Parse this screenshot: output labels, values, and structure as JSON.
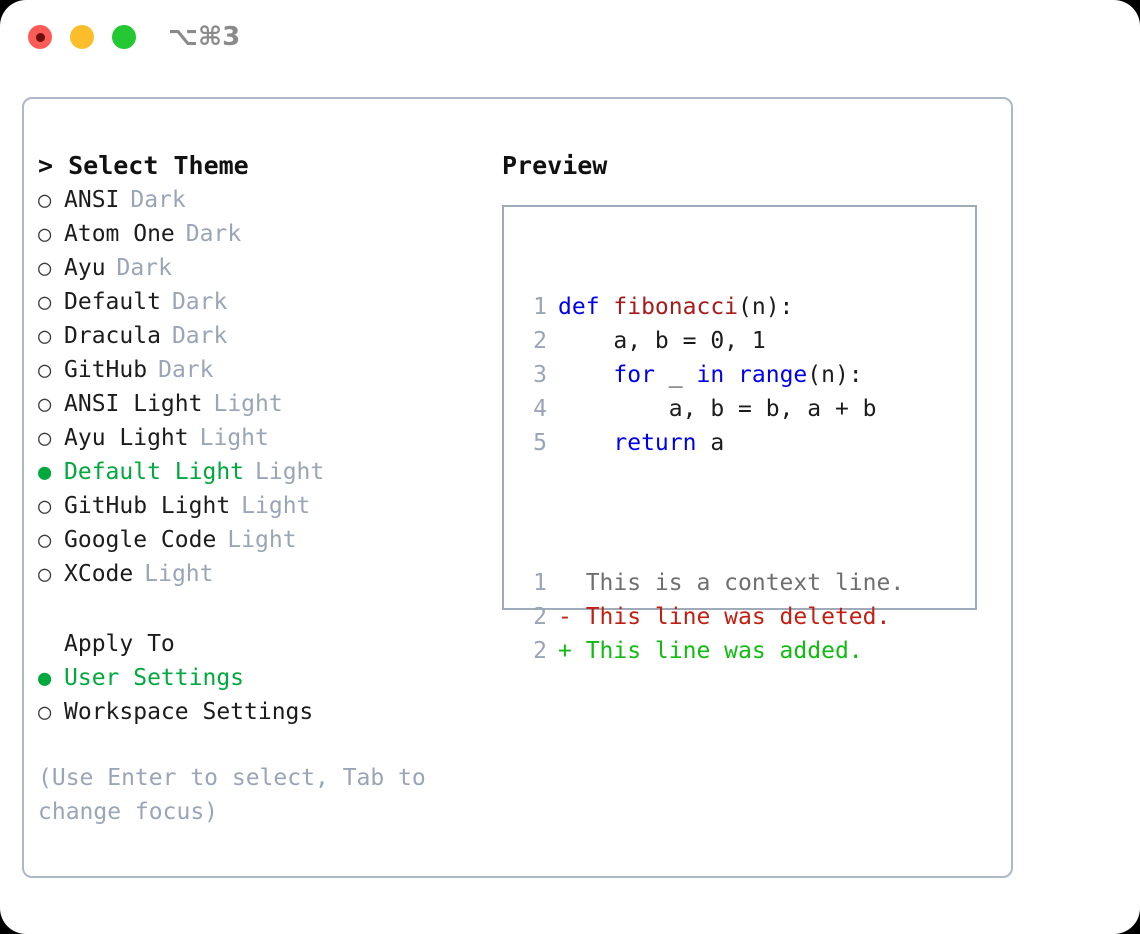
{
  "titlebar": {
    "shortcut": "⌥⌘3",
    "lights": [
      {
        "name": "close",
        "color": "#fc5b57"
      },
      {
        "name": "minimize",
        "color": "#fcbd2b"
      },
      {
        "name": "maximize",
        "color": "#23c833"
      }
    ]
  },
  "left": {
    "heading": "> Select Theme",
    "themes": [
      {
        "bullet": "○",
        "label": "ANSI",
        "tag": "Dark",
        "selected": false
      },
      {
        "bullet": "○",
        "label": "Atom One",
        "tag": "Dark",
        "selected": false
      },
      {
        "bullet": "○",
        "label": "Ayu",
        "tag": "Dark",
        "selected": false
      },
      {
        "bullet": "○",
        "label": "Default",
        "tag": "Dark",
        "selected": false
      },
      {
        "bullet": "○",
        "label": "Dracula",
        "tag": "Dark",
        "selected": false
      },
      {
        "bullet": "○",
        "label": "GitHub",
        "tag": "Dark",
        "selected": false
      },
      {
        "bullet": "○",
        "label": "ANSI Light",
        "tag": "Light",
        "selected": false
      },
      {
        "bullet": "○",
        "label": "Ayu Light",
        "tag": "Light",
        "selected": false
      },
      {
        "bullet": "●",
        "label": "Default Light",
        "tag": "Light",
        "selected": true
      },
      {
        "bullet": "○",
        "label": "GitHub Light",
        "tag": "Light",
        "selected": false
      },
      {
        "bullet": "○",
        "label": "Google Code",
        "tag": "Light",
        "selected": false
      },
      {
        "bullet": "○",
        "label": "XCode",
        "tag": "Light",
        "selected": false
      }
    ],
    "apply_to": {
      "heading": "Apply To",
      "options": [
        {
          "bullet": "●",
          "label": "User Settings",
          "selected": true
        },
        {
          "bullet": "○",
          "label": "Workspace Settings",
          "selected": false
        }
      ]
    },
    "hint": "(Use Enter to select, Tab to change focus)"
  },
  "right": {
    "heading": "Preview",
    "code_lines": [
      {
        "no": "1",
        "segments": [
          {
            "t": "def ",
            "c": "kw"
          },
          {
            "t": "fibonacci",
            "c": "fn"
          },
          {
            "t": "(n):",
            "c": "pun"
          }
        ]
      },
      {
        "no": "2",
        "segments": [
          {
            "t": "    a, b = 0, 1",
            "c": "pun"
          }
        ]
      },
      {
        "no": "3",
        "segments": [
          {
            "t": "    ",
            "c": "pun"
          },
          {
            "t": "for",
            "c": "kw"
          },
          {
            "t": " _ ",
            "c": "pun"
          },
          {
            "t": "in range",
            "c": "kw"
          },
          {
            "t": "(n):",
            "c": "pun"
          }
        ]
      },
      {
        "no": "4",
        "segments": [
          {
            "t": "        a, b = b, a + b",
            "c": "pun"
          }
        ]
      },
      {
        "no": "5",
        "segments": [
          {
            "t": "    ",
            "c": "pun"
          },
          {
            "t": "return",
            "c": "kw"
          },
          {
            "t": " a",
            "c": "pun"
          }
        ]
      }
    ],
    "diff_lines": [
      {
        "no": "1",
        "segments": [
          {
            "t": "  This is a context line.",
            "c": "ctx"
          }
        ]
      },
      {
        "no": "2",
        "segments": [
          {
            "t": "- This line was deleted.",
            "c": "del"
          }
        ]
      },
      {
        "no": "2",
        "segments": [
          {
            "t": "+ This line was added.",
            "c": "add"
          }
        ]
      }
    ]
  },
  "colors": {
    "accent_green": "#00a83d",
    "muted": "#9aa5b6",
    "border": "#aeb8c6",
    "keyword_blue": "#0000ee",
    "function_red": "#a61b1b",
    "diff_delete": "#c21f12",
    "diff_add": "#11bb11"
  }
}
